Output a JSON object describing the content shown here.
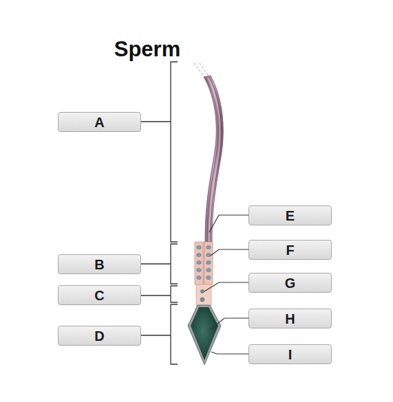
{
  "diagram": {
    "title": "Sperm",
    "nodes": [
      {
        "text": [
          "A"
        ]
      },
      {
        "text": [
          "E"
        ]
      },
      {
        "text": [
          "F"
        ]
      },
      {
        "text": [
          "B"
        ]
      },
      {
        "text": [
          "G"
        ]
      },
      {
        "text": [
          "C"
        ]
      },
      {
        "text": [
          "H"
        ]
      },
      {
        "text": [
          "D"
        ]
      },
      {
        "text": [
          "I"
        ]
      }
    ]
  }
}
